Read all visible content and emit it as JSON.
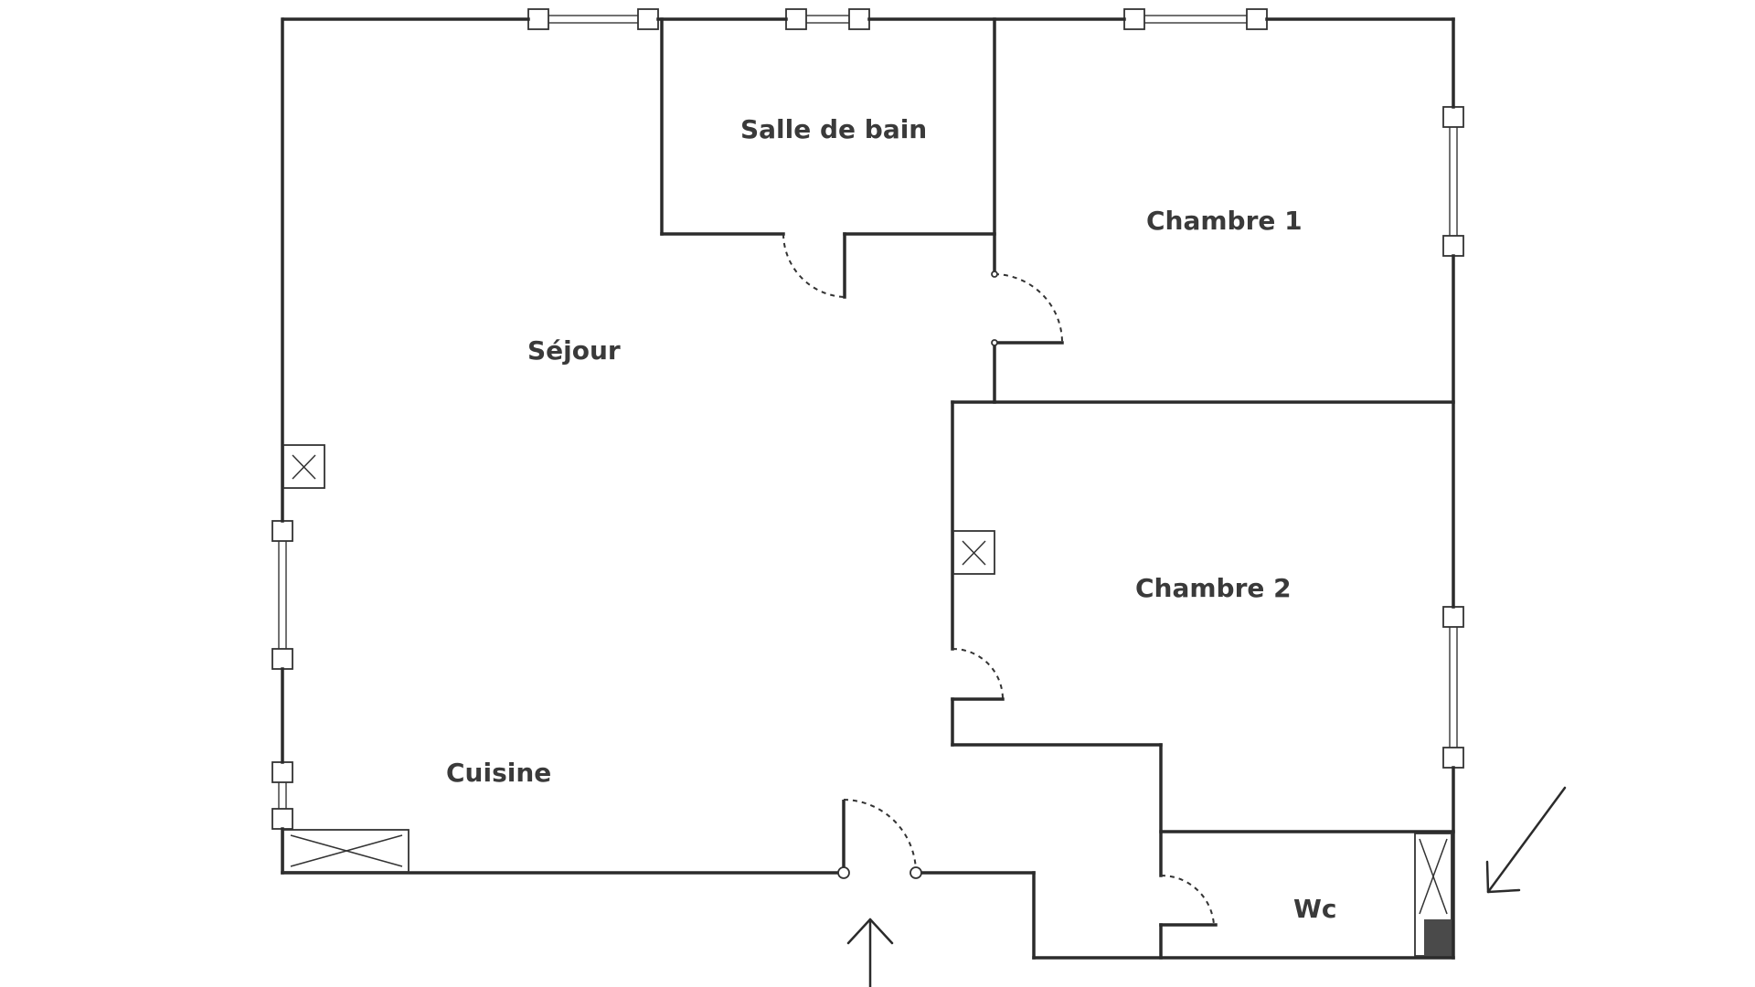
{
  "plan": {
    "rooms": [
      {
        "key": "sejour",
        "label": "Séjour"
      },
      {
        "key": "salle-de-bain",
        "label": "Salle de bain"
      },
      {
        "key": "chambre-1",
        "label": "Chambre 1"
      },
      {
        "key": "chambre-2",
        "label": "Chambre 2"
      },
      {
        "key": "cuisine",
        "label": "Cuisine"
      },
      {
        "key": "wc",
        "label": "Wc"
      }
    ],
    "symbols": {
      "entrance_arrow": "arrow-up-icon",
      "meter_arrow": "arrow-down-left-icon",
      "duct": "crossed-box-icon",
      "meter": "filled-square-icon"
    },
    "colors": {
      "wall": "#2b2b2b",
      "text": "#3a3a3a",
      "background": "#ffffff"
    }
  }
}
